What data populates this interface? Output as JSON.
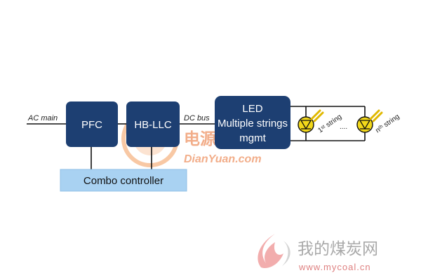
{
  "blocks": {
    "pfc": "PFC",
    "hbllc": "HB-LLC",
    "led_line1": "LED",
    "led_line2": "Multiple strings",
    "led_line3": "mgmt",
    "controller": "Combo controller"
  },
  "labels": {
    "ac_main": "AC main",
    "dc_bus": "DC bus",
    "first_string": "1ˢᵗ string",
    "dots": "....",
    "nth_string": "nᵗʰ string"
  },
  "watermarks": {
    "dianyuan_cn": "电源网",
    "dianyuan_url": "DianYuan.com",
    "mycoal_cn": "我的煤炭网",
    "mycoal_url": "www.mycoal.cn"
  },
  "colors": {
    "block_fill": "#1d3f72",
    "controller_fill": "#a9d2f2",
    "led_fill": "#f2d81a"
  }
}
